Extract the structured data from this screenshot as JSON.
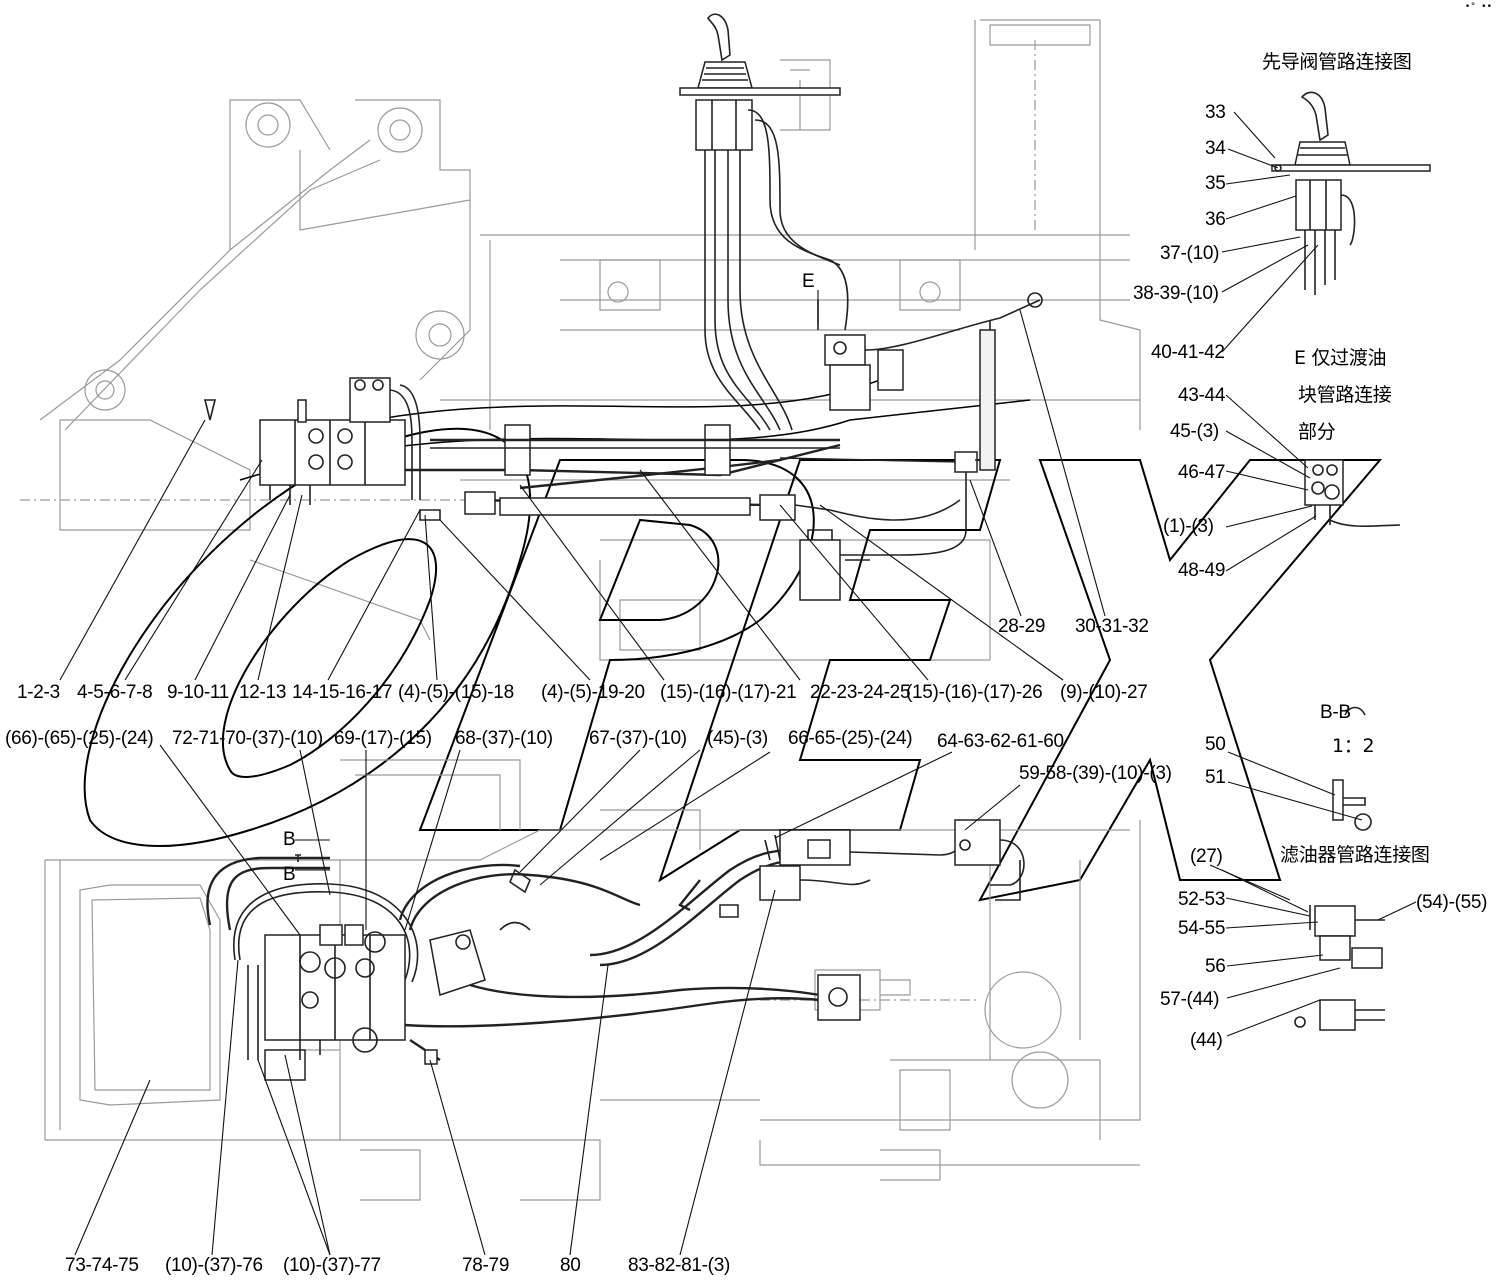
{
  "titles": {
    "pilot": "先导阀管路连接图",
    "e_block_line1": "E 仅过渡油",
    "e_block_line2": "块管路连接",
    "e_block_line3": "部分",
    "filter": "滤油器管路连接图",
    "section": "B-B",
    "scale": "1：2",
    "view_e": "E",
    "b_top": "B",
    "b_bottom": "B",
    "corner_mark": "•° ••"
  },
  "watermark": {
    "text": "OPEX",
    "color": "#000000"
  },
  "labels": {
    "l33": "33",
    "l34": "34",
    "l35": "35",
    "l36": "36",
    "l37": "37-(10)",
    "l38": "38-39-(10)",
    "l40": "40-41-42",
    "l43": "43-44",
    "l45": "45-(3)",
    "l46": "46-47",
    "l1_3": "(1)-(3)",
    "l48": "48-49",
    "l28": "28-29",
    "l30": "30-31-32",
    "r1": "1-2-3",
    "r4": "4-5-6-7-8",
    "r9": "9-10-11",
    "r12": "12-13",
    "r14": "14-15-16-17",
    "r4b": "(4)-(5)-(15)-18",
    "r4c": "(4)-(5)-19-20",
    "r15": "(15)-(16)-(17)-21",
    "r22": "22-23-24-25",
    "r15b": "(15)-(16)-(17)-26",
    "r9b": "(9)-(10)-27",
    "m66": "(66)-(65)-(25)-(24)",
    "m72": "72-71-70-(37)-(10)",
    "m69": "69-(17)-(15)",
    "m68": "68-(37)-(10)",
    "m67": "67-(37)-(10)",
    "m45": "(45)-(3)",
    "m66b": "66-65-(25)-(24)",
    "m64": "64-63-62-61-60",
    "m59": "59-58-(39)-(10)-(3)",
    "l50": "50",
    "l51": "51",
    "l27": "(27)",
    "l52": "52-53",
    "l54": "54-55",
    "l54b": "(54)-(55)",
    "l56": "56",
    "l57": "57-(44)",
    "l44": "(44)",
    "b73": "73-74-75",
    "b76": "(10)-(37)-76",
    "b77": "(10)-(37)-77",
    "b78": "78-79",
    "b80": "80",
    "b83": "83-82-81-(3)"
  }
}
